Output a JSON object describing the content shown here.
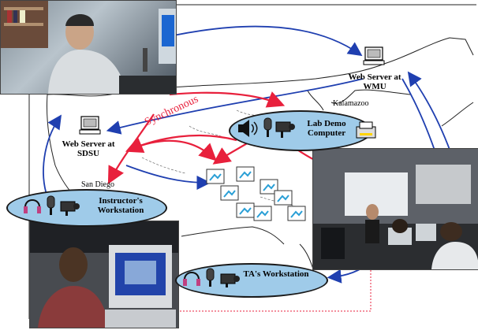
{
  "labels": {
    "web_server_wmu": "Web Server at WMU",
    "web_server_sdsu": "Web Server at SDSU",
    "lab_demo_computer": "Lab Demo Computer",
    "instructors_workstation": "Instructor's Workstation",
    "tas_workstation": "TA's Workstation",
    "synchronous": "Synchronous",
    "kalamazoo": "Kalamazoo",
    "san_diego": "San Diego"
  },
  "colors": {
    "sync_arrow": "#e8203c",
    "network_arrow": "#1f3fb0",
    "ellipse_fill": "#9fcbe9",
    "map_outline": "#222222"
  },
  "icons": [
    "computer-icon",
    "speaker-icon",
    "microphone-icon",
    "video-camera-icon",
    "headphones-icon",
    "document-icon",
    "printer-icon"
  ]
}
